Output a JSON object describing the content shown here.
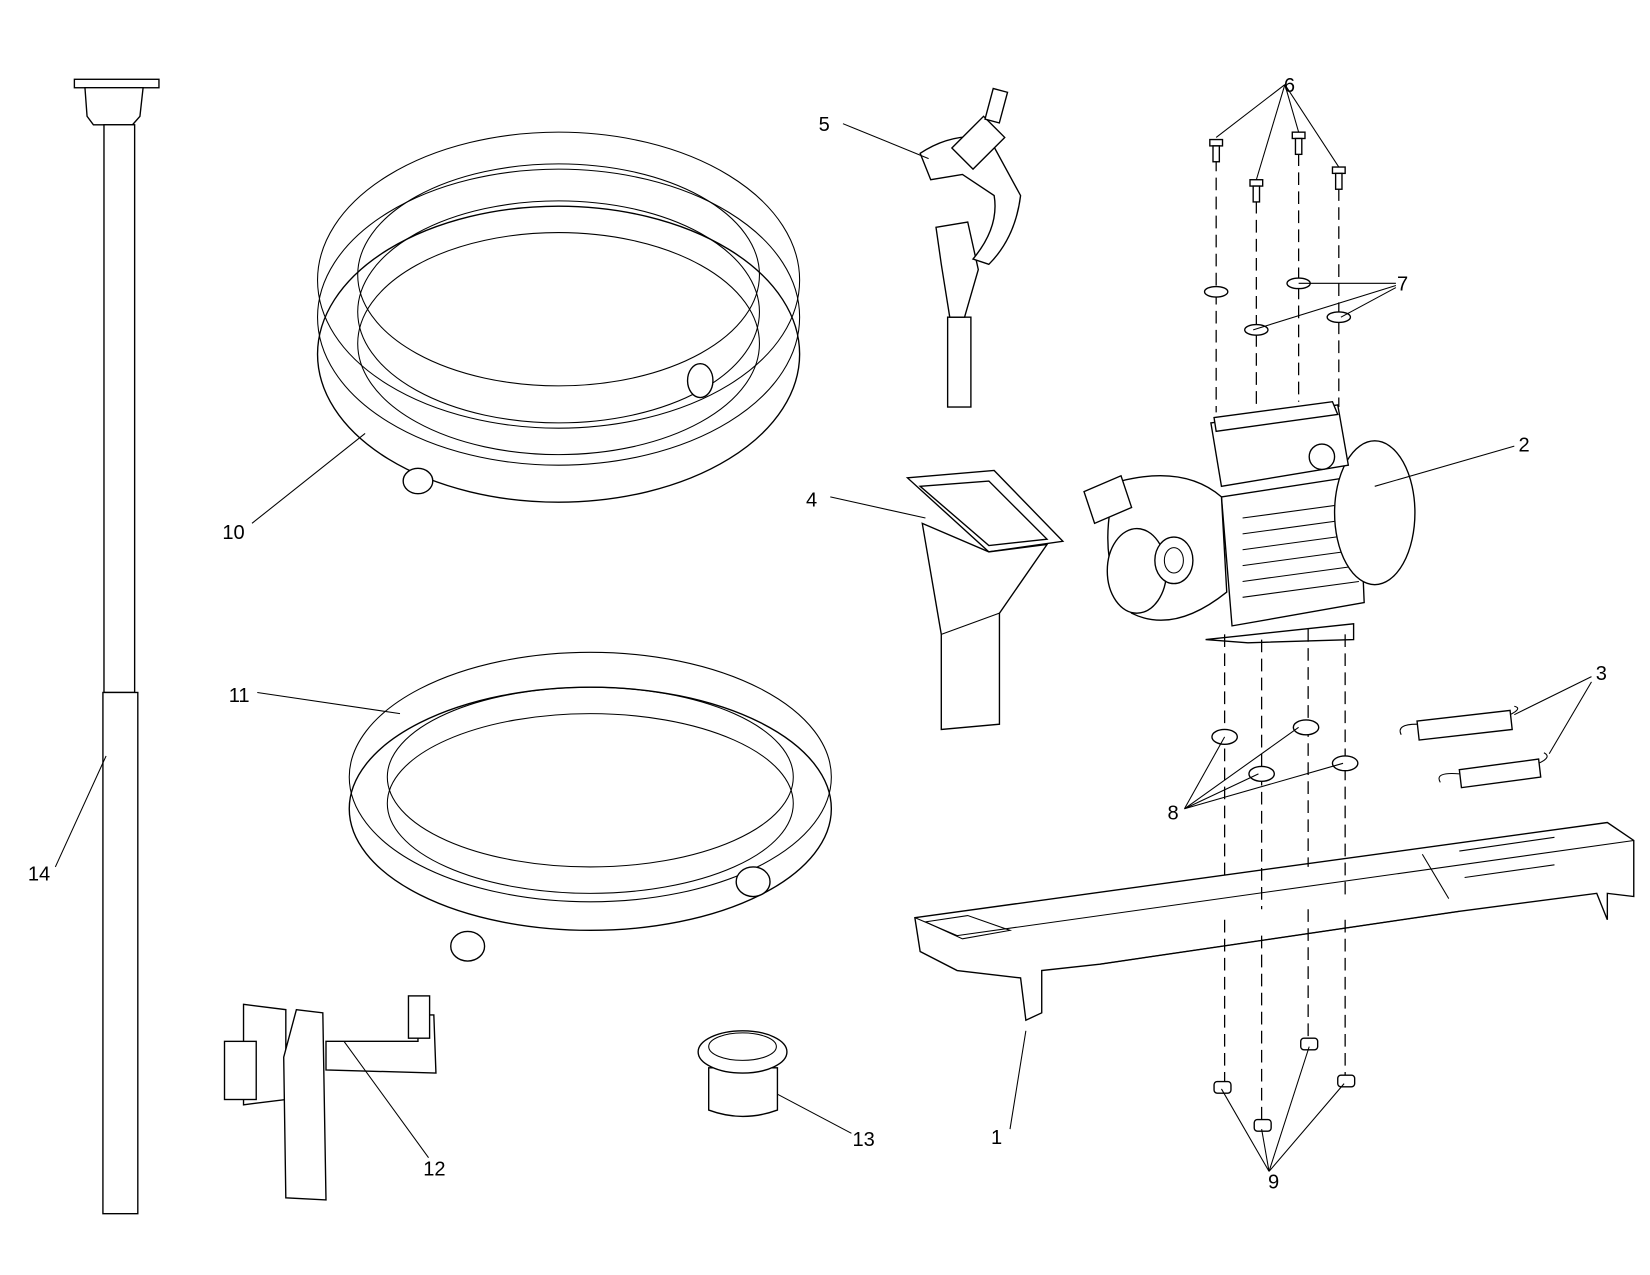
{
  "diagram": {
    "type": "exploded-parts-view",
    "callouts": [
      "1",
      "2",
      "3",
      "4",
      "5",
      "6",
      "7",
      "8",
      "9",
      "10",
      "11",
      "12",
      "13",
      "14"
    ],
    "colors": {
      "line": "#000000",
      "background": "#ffffff"
    }
  }
}
